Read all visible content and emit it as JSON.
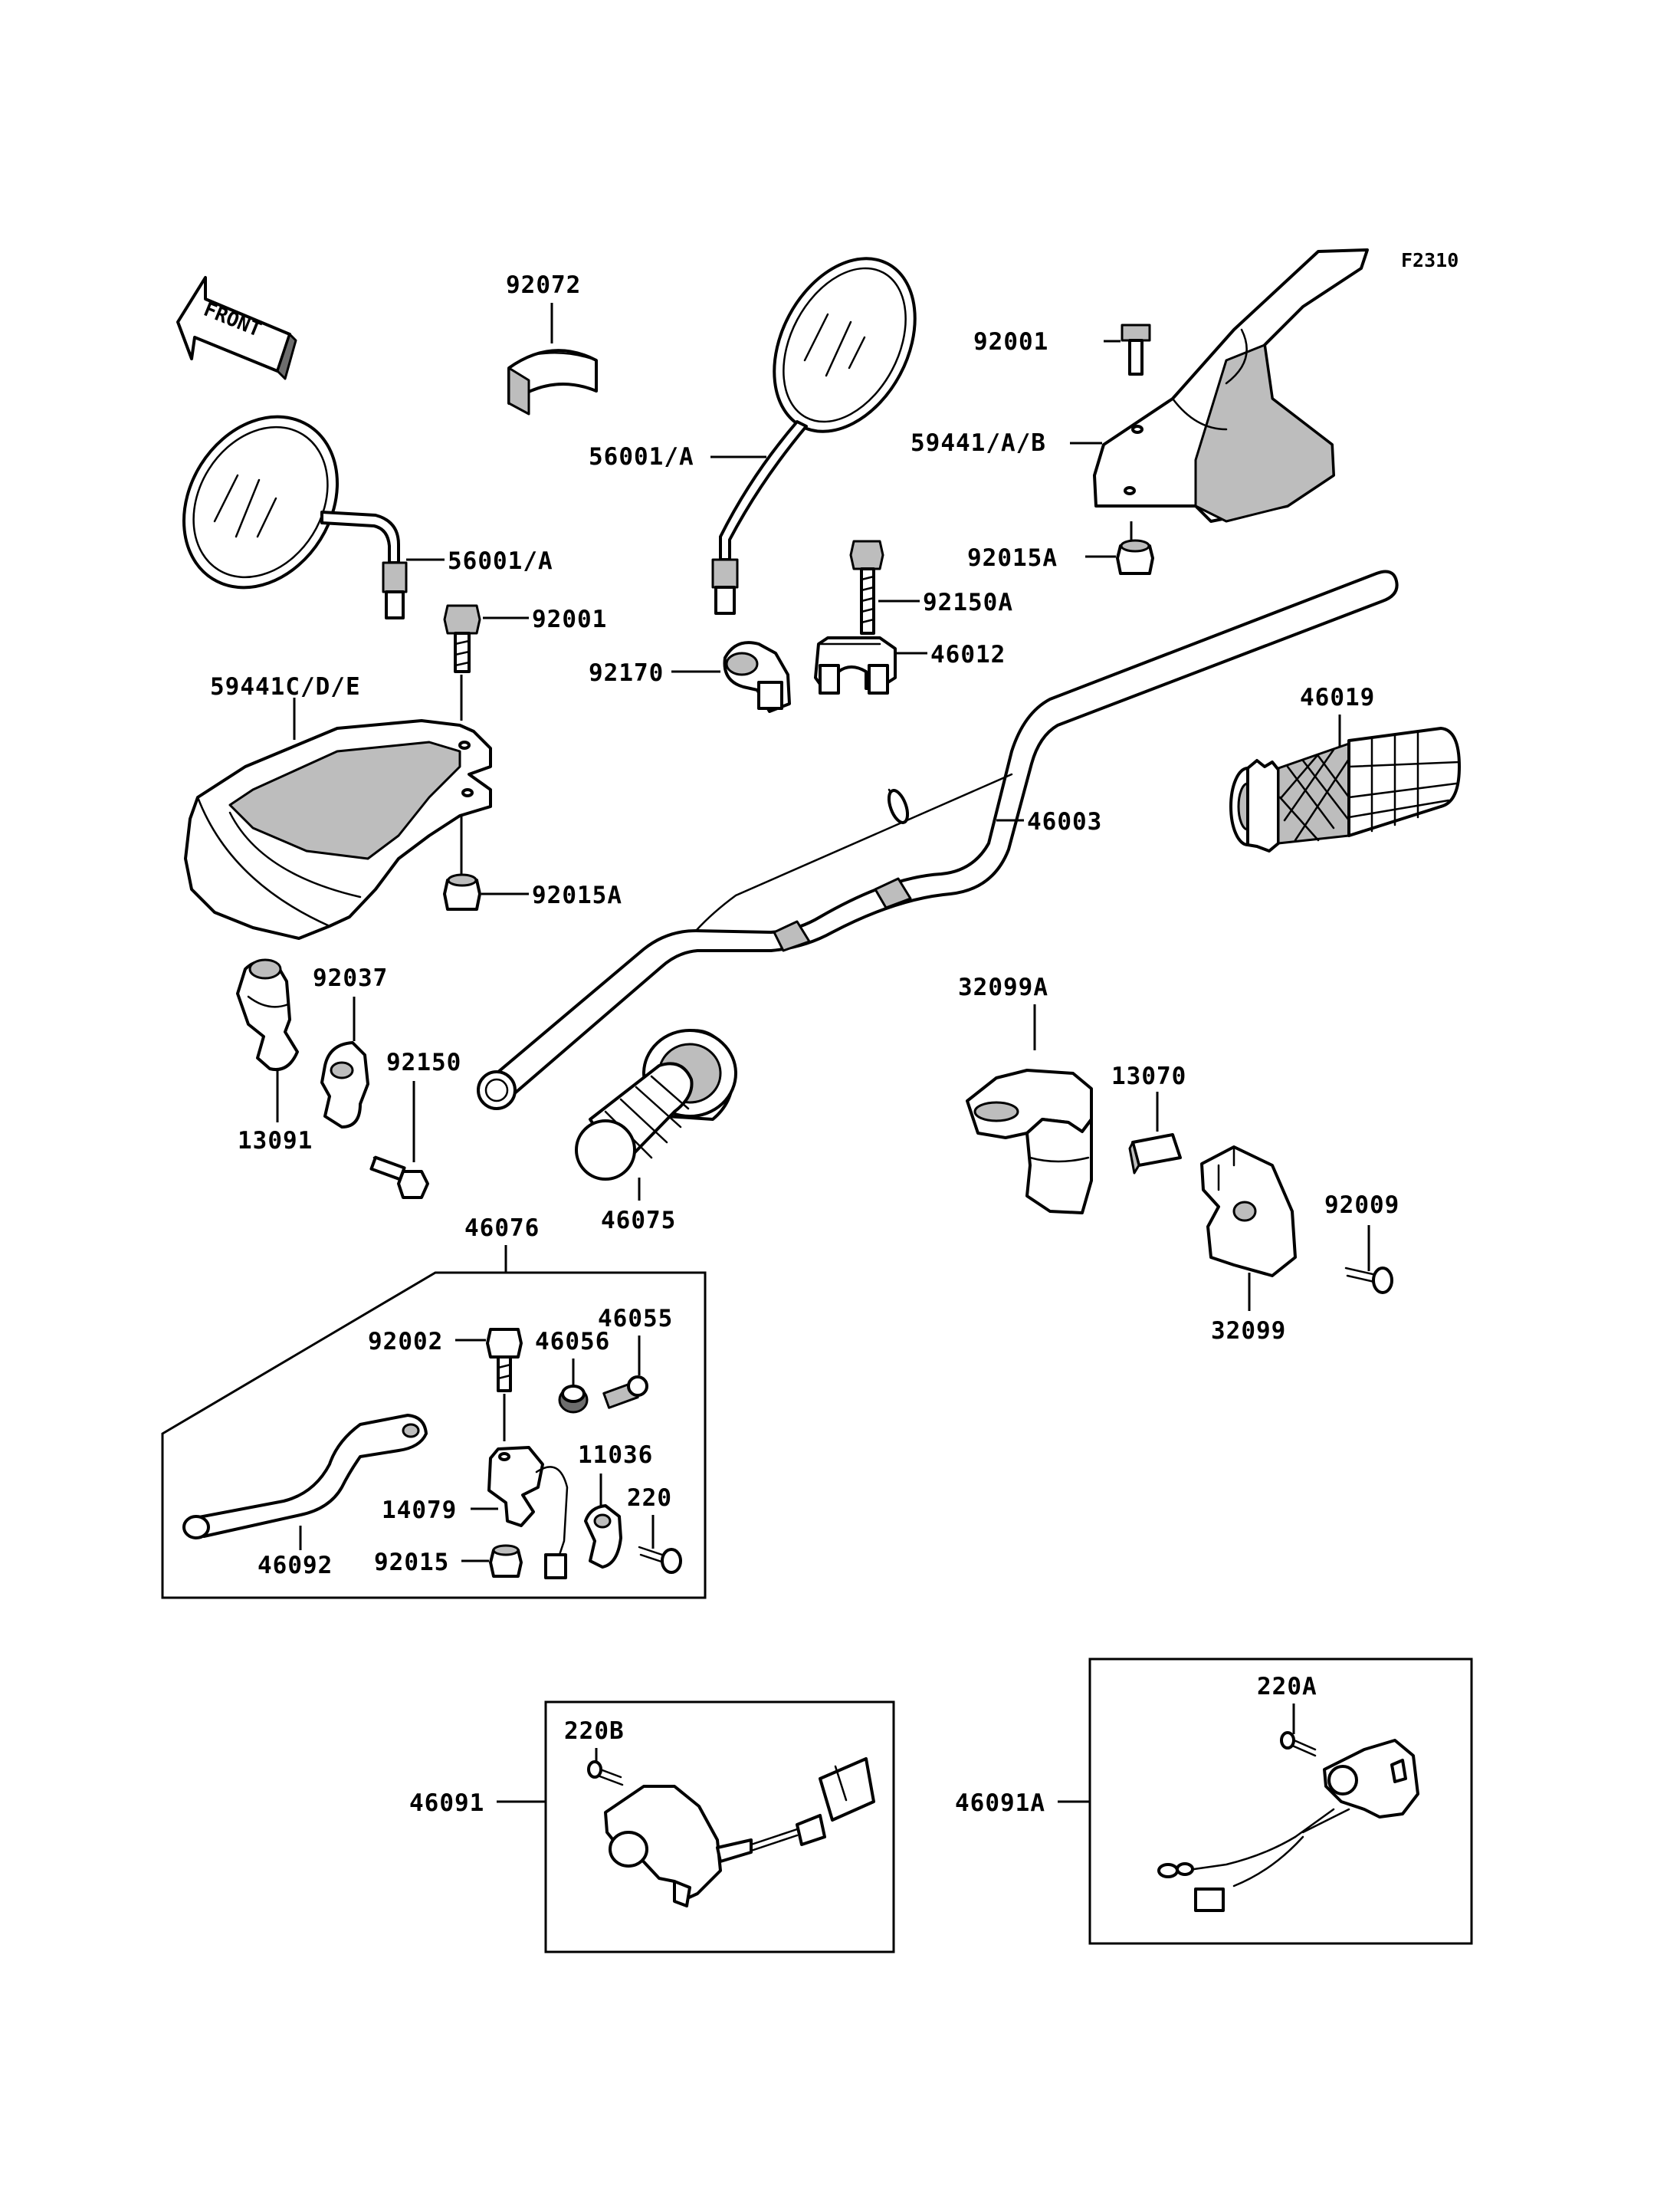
{
  "figure_code": "F2310",
  "front_label": "FRONT",
  "parts": {
    "p92072": "92072",
    "p56001A_left": "56001/A",
    "p56001A_right": "56001/A",
    "p92001_top": "92001",
    "p59441AB": "59441/A/B",
    "p92015A_top": "92015A",
    "p92001_left": "92001",
    "p92150A": "92150A",
    "p92170": "92170",
    "p46012": "46012",
    "p59441CDE": "59441C/D/E",
    "p46019": "46019",
    "p46003": "46003",
    "p92015A_left": "92015A",
    "p92037": "92037",
    "p32099A": "32099A",
    "p92150": "92150",
    "p13070": "13070",
    "p13091": "13091",
    "p46075": "46075",
    "p92009": "92009",
    "p46076": "46076",
    "p32099": "32099",
    "p46055": "46055",
    "p92002": "92002",
    "p46056": "46056",
    "p11036": "11036",
    "p220": "220",
    "p14079": "14079",
    "p92015": "92015",
    "p46092": "46092",
    "p220A": "220A",
    "p220B": "220B",
    "p46091": "46091",
    "p46091A": "46091A"
  }
}
